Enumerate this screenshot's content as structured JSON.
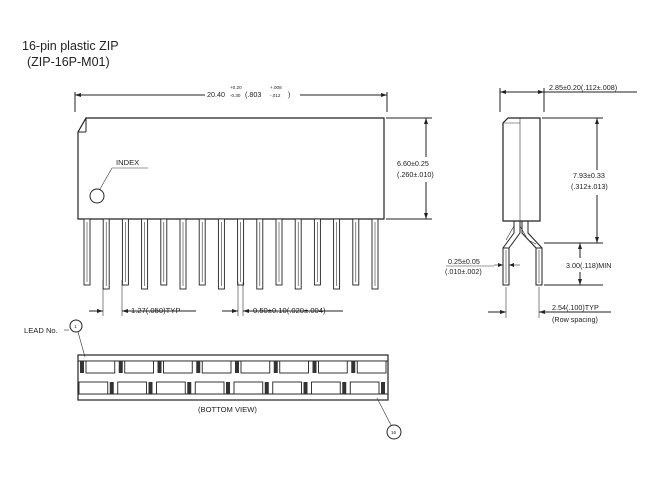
{
  "title": {
    "line1": "16-pin plastic ZIP",
    "line2": "(ZIP-16P-M01)"
  },
  "front_view": {
    "length_dim": "20.40",
    "length_tol_plus": "+0.20",
    "length_tol_minus": "-0.30",
    "length_inch_open": "(.803",
    "length_inch_tol_plus": "+.008",
    "length_inch_tol_minus": "-.012",
    "length_inch_close": ")",
    "height_dim_mm": "6.60±0.25",
    "height_dim_in": "(.260±.010)",
    "index_label": "INDEX",
    "pitch_label": "1.27(.050)TYP",
    "lead_width_label": "0.50±0.10(.020±.004)",
    "pin_count": 16
  },
  "side_view": {
    "thickness_label": "2.85±0.20(.112±.008)",
    "height_mm": "7.93±0.33",
    "height_in": "(.312±.013)",
    "lead_thk_mm": "0.25±0.05",
    "lead_thk_in": "(.010±.002)",
    "lead_len_label": "3.00(.118)MIN",
    "row_spacing_label": "2.54(.100)TYP",
    "row_spacing_note": "(Row spacing)"
  },
  "bottom_view": {
    "lead_no_label": "LEAD No.",
    "lead_first": "1",
    "lead_last": "16",
    "view_label": "(BOTTOM VIEW)",
    "segments": 8
  }
}
